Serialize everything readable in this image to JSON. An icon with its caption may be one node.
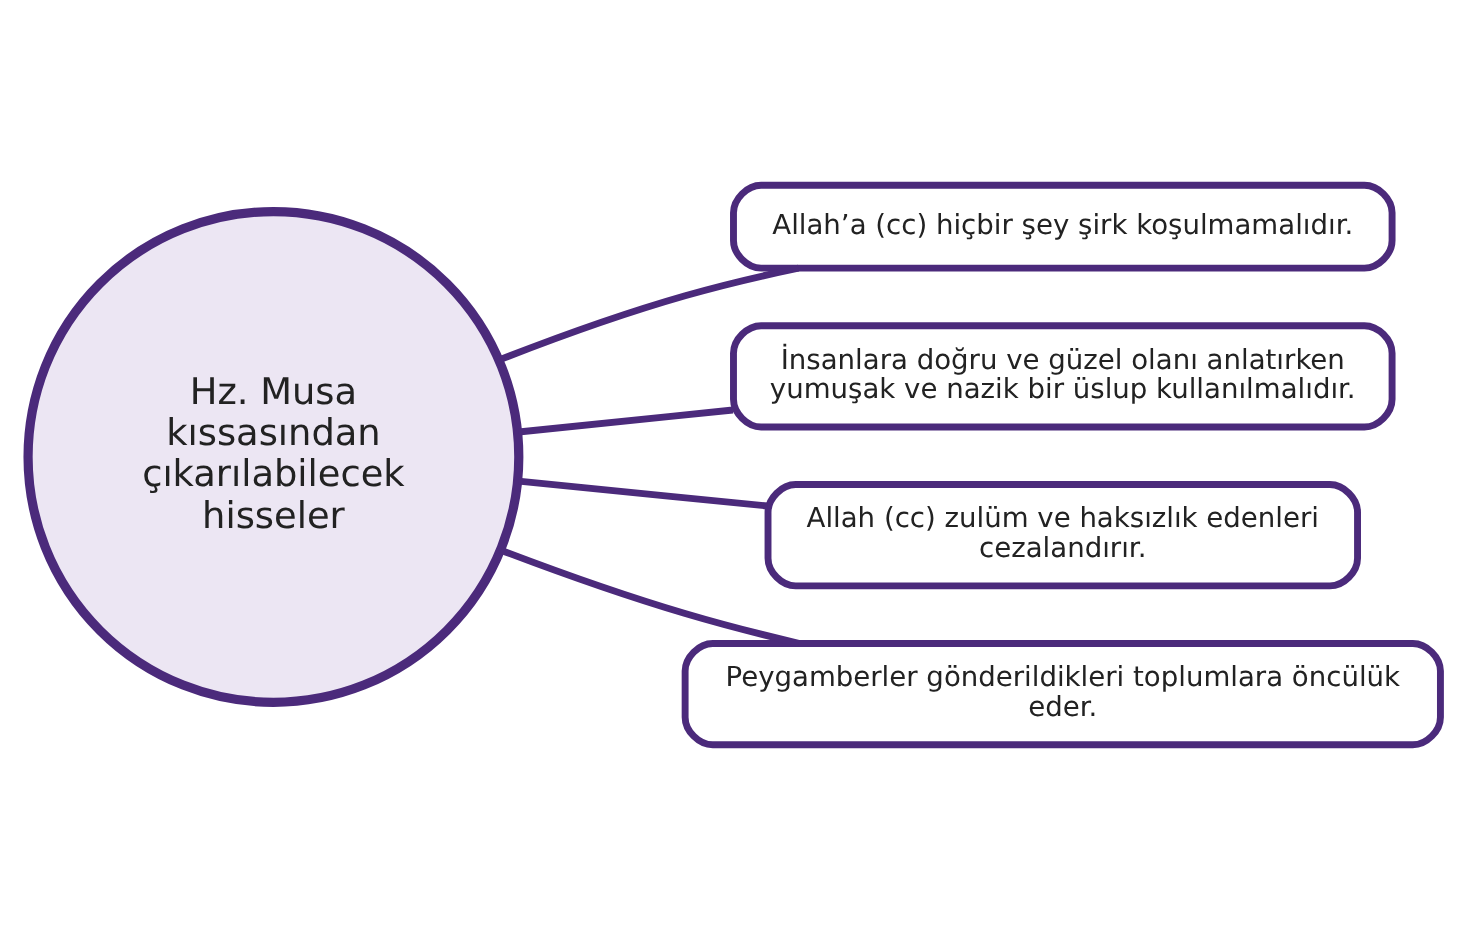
{
  "diagram": {
    "nodes": [
      {
        "text": [
          "Hz. Musa kıssasından çıkarılabilecek hisseler"
        ]
      },
      {
        "text": [
          "Allah’a (cc) hiçbir şey şirk koşulmamalıdır."
        ]
      },
      {
        "text": [
          "İnsanlara doğru ve güzel olanı anlatırken yumuşak ve nazik bir üslup kullanılmalıdır."
        ]
      },
      {
        "text": [
          "Allah (cc) zulüm ve haksızlık edenleri cezalandırır."
        ]
      },
      {
        "text": [
          "Peygamberler gönderildikleri toplumlara öncülük eder."
        ]
      }
    ],
    "edges": [
      {
        "from": 0,
        "to": 1,
        "arrow": "none"
      },
      {
        "from": 0,
        "to": 2,
        "arrow": "none"
      },
      {
        "from": 0,
        "to": 3,
        "arrow": "none"
      },
      {
        "from": 0,
        "to": 4,
        "arrow": "none"
      }
    ]
  }
}
